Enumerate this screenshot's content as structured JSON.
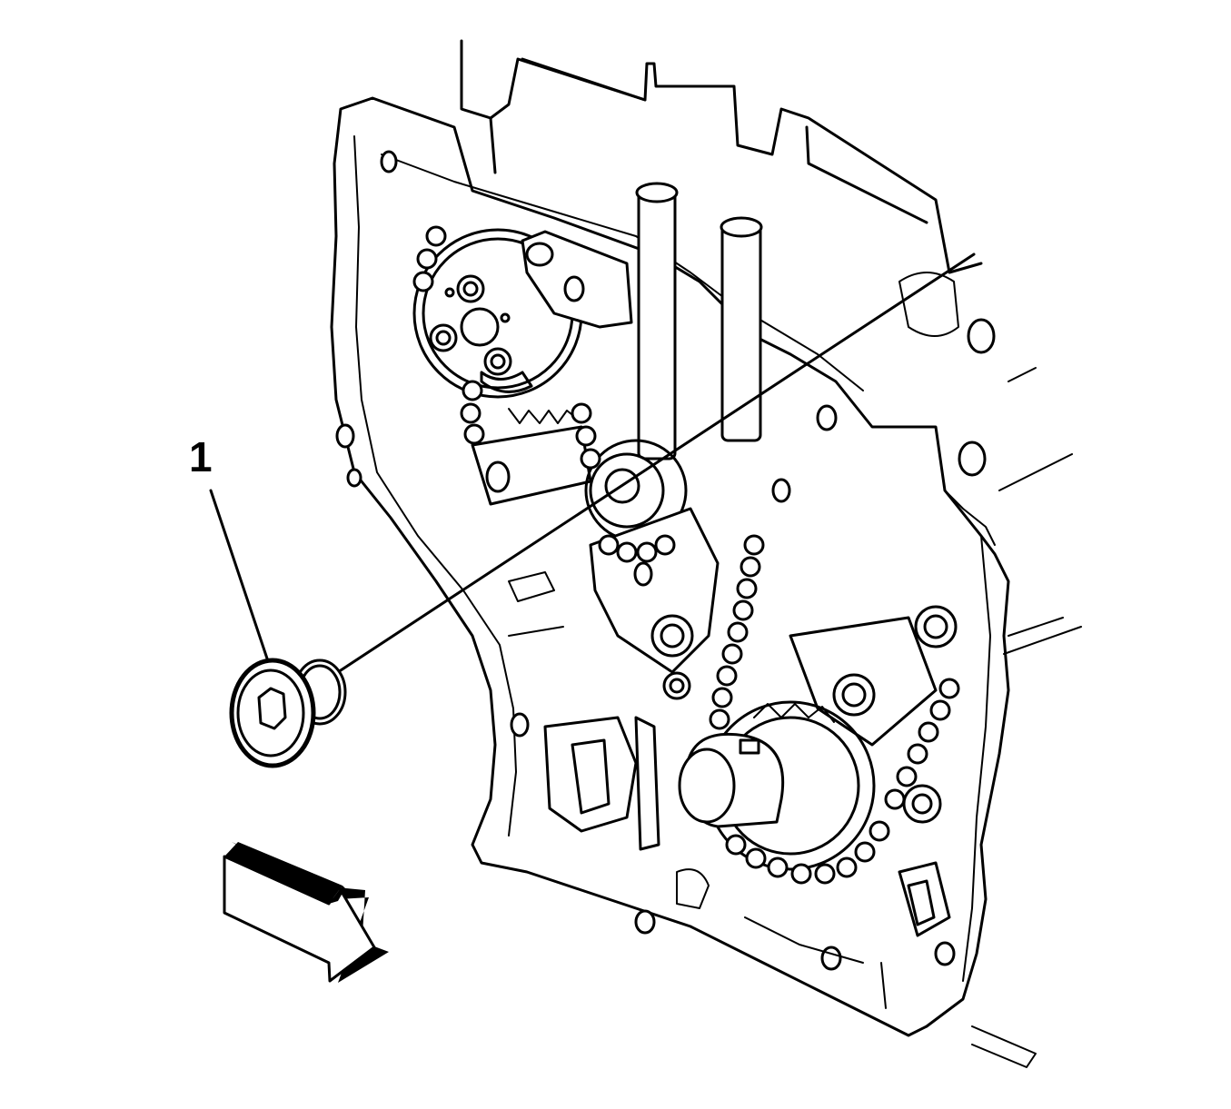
{
  "diagram": {
    "callouts": [
      {
        "number": "1",
        "part": "plug"
      }
    ],
    "icons": {
      "direction_arrow": "view-direction-arrow-icon",
      "plug": "threaded-hex-socket-plug-icon",
      "engine": "engine-front-cover-timing-chain-drawing"
    },
    "colors": {
      "line": "#000000",
      "background": "#ffffff"
    }
  }
}
